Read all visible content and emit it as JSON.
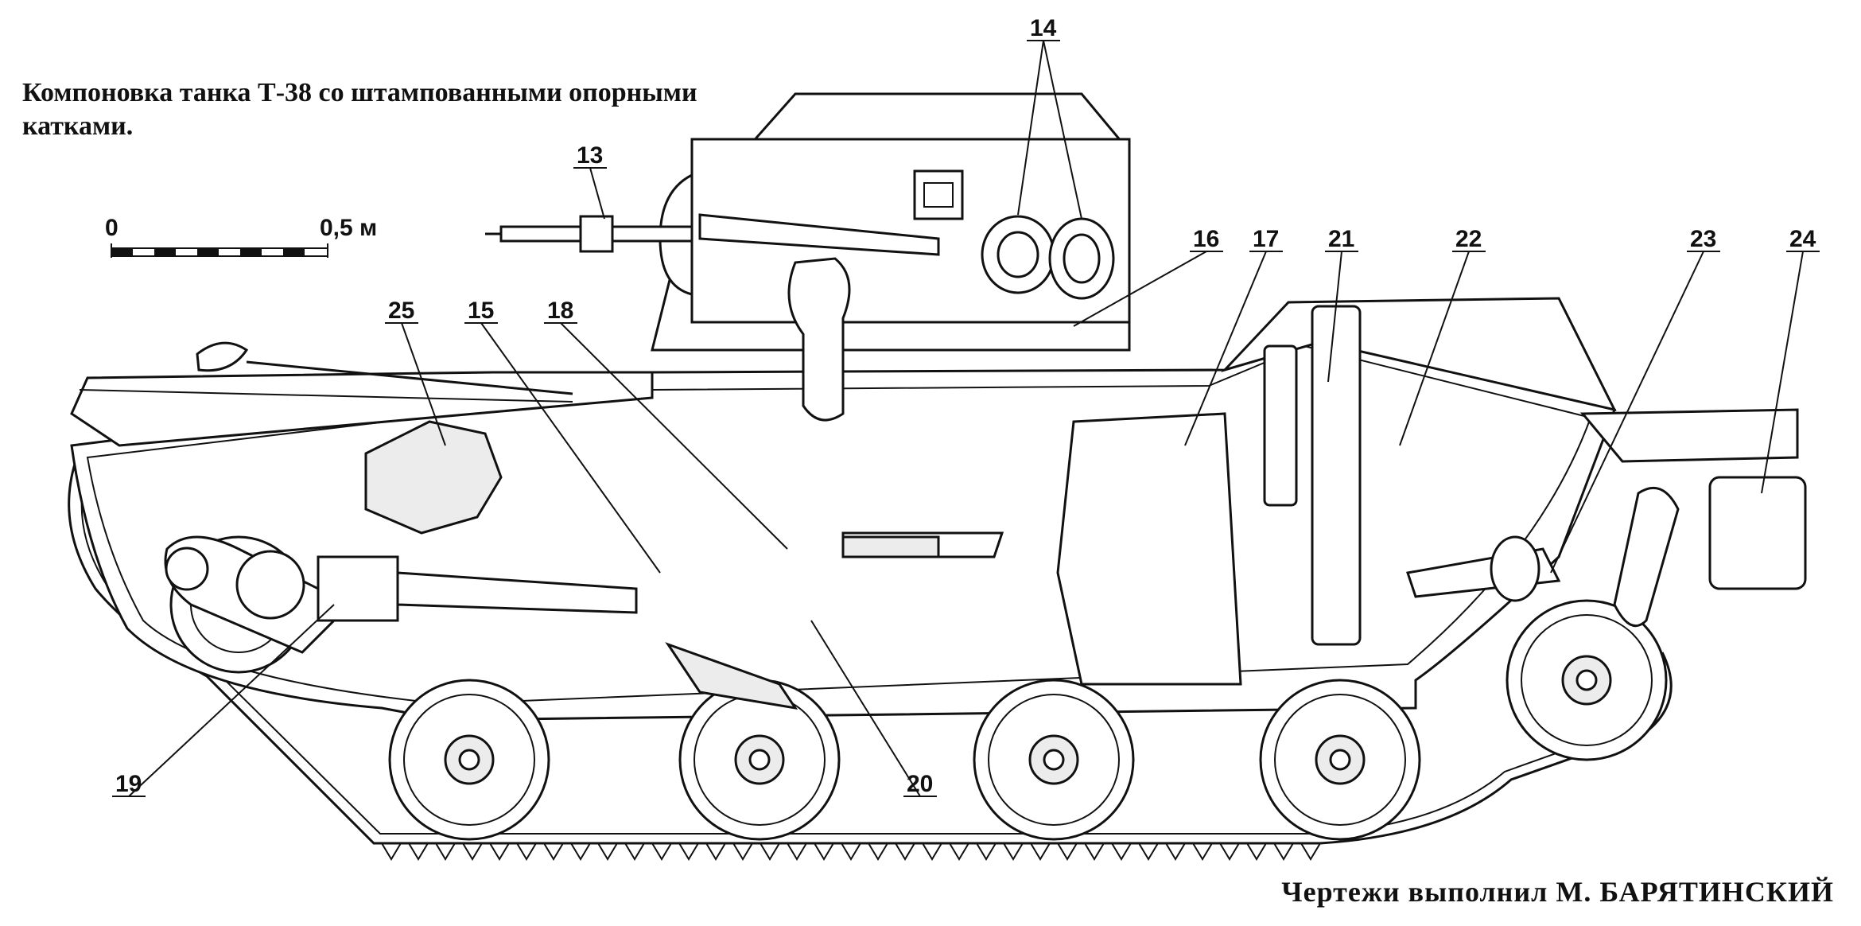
{
  "caption": {
    "line1": "Компоновка танка Т-38 со штампованными опорными",
    "line2": "катками."
  },
  "scale_bar": {
    "start_label": "0",
    "end_label": "0,5 м"
  },
  "callouts": [
    "13",
    "14",
    "15",
    "16",
    "17",
    "18",
    "19",
    "20",
    "21",
    "22",
    "23",
    "24",
    "25"
  ],
  "credits": "Чертежи выполнил М. БАРЯТИНСКИЙ"
}
